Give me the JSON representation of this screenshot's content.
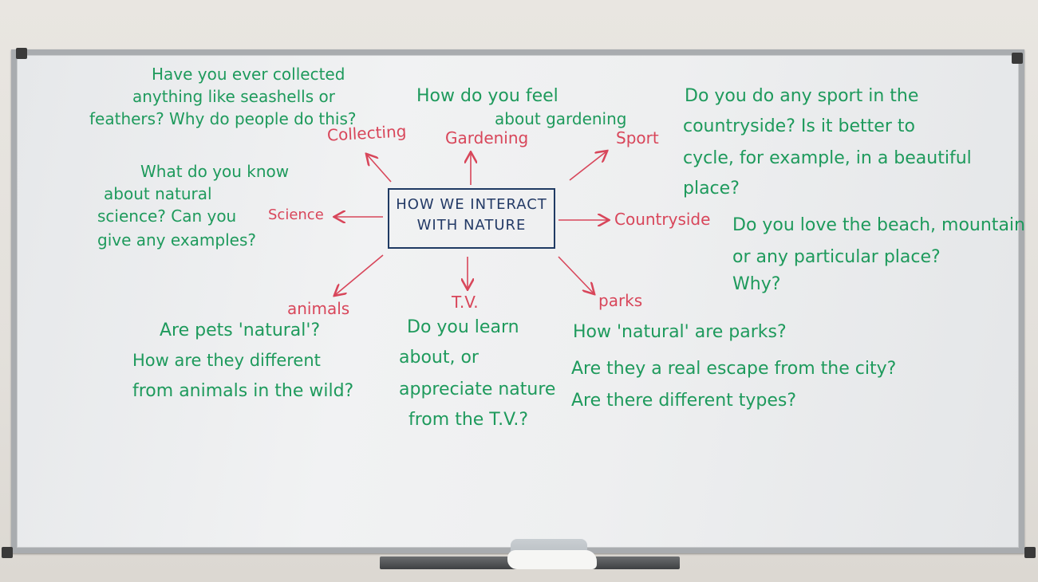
{
  "board": {
    "center": [
      "HOW WE INTERACT",
      "WITH NATURE"
    ],
    "topics": {
      "collecting": "Collecting",
      "gardening": "Gardening",
      "sport": "Sport",
      "science": "Science",
      "countryside": "Countryside",
      "animals": "animals",
      "tv": "T.V.",
      "parks": "parks"
    },
    "questions": {
      "collecting": [
        "Have you ever collected",
        "anything like seashells or",
        "feathers? Why do people do this?"
      ],
      "gardening": [
        "How do you feel",
        "about gardening"
      ],
      "sport": [
        "Do you do any sport in the",
        "countryside? Is it better to",
        "cycle, for example, in a beautiful",
        "place?"
      ],
      "science": [
        "What do you know",
        "about natural",
        "science? Can you",
        "give any examples?"
      ],
      "countryside": [
        "Do you love the beach, mountain",
        "or any particular place?",
        "Why?"
      ],
      "animals": [
        "Are pets 'natural'?",
        "How are they different",
        "from animals in the wild?"
      ],
      "tv": [
        "Do you learn",
        "about, or",
        "appreciate nature",
        "from the T.V.?"
      ],
      "parks": [
        "How 'natural' are parks?",
        "Are they a real escape from the city?",
        "Are there different types?"
      ]
    },
    "colors": {
      "question": "#1e9a5c",
      "topic": "#d8465a",
      "center": "#233a66"
    }
  }
}
